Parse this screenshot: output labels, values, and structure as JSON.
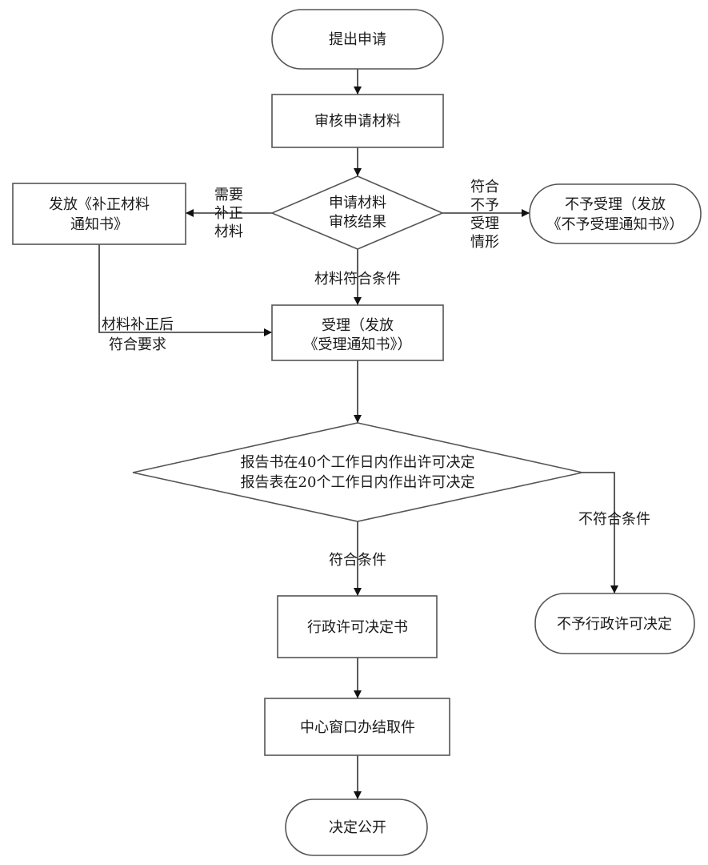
{
  "nodes": {
    "submit": {
      "label": "提出申请"
    },
    "review": {
      "label": "审核申请材料"
    },
    "review_result": {
      "line1": "申请材料",
      "line2": "审核结果"
    },
    "issue_correction": {
      "line1": "发放《补正材料",
      "line2": "通知书》"
    },
    "reject": {
      "line1": "不予受理（发放",
      "line2": "《不予受理通知书》）"
    },
    "accept": {
      "line1": "受理（发放",
      "line2": "《受理通知书》）"
    },
    "decision": {
      "line1": "报告书在40个工作日内作出许可决定",
      "line2": "报告表在20个工作日内作出许可决定"
    },
    "permit": {
      "label": "行政许可决定书"
    },
    "pickup": {
      "label": "中心窗口办结取件"
    },
    "deny": {
      "label": "不予行政许可决定"
    },
    "publish": {
      "label": "决定公开"
    }
  },
  "edges": {
    "needs_correction": {
      "line1": "需要",
      "line2": "补正",
      "line3": "材料"
    },
    "not_accept": {
      "line1": "符合",
      "line2": "不予",
      "line3": "受理",
      "line4": "情形"
    },
    "qualified": {
      "label": "材料符合条件"
    },
    "corrected": {
      "line1": "材料补正后",
      "line2": "符合要求"
    },
    "meets": {
      "label": "符合条件"
    },
    "not_meets": {
      "label": "不符合条件"
    }
  }
}
